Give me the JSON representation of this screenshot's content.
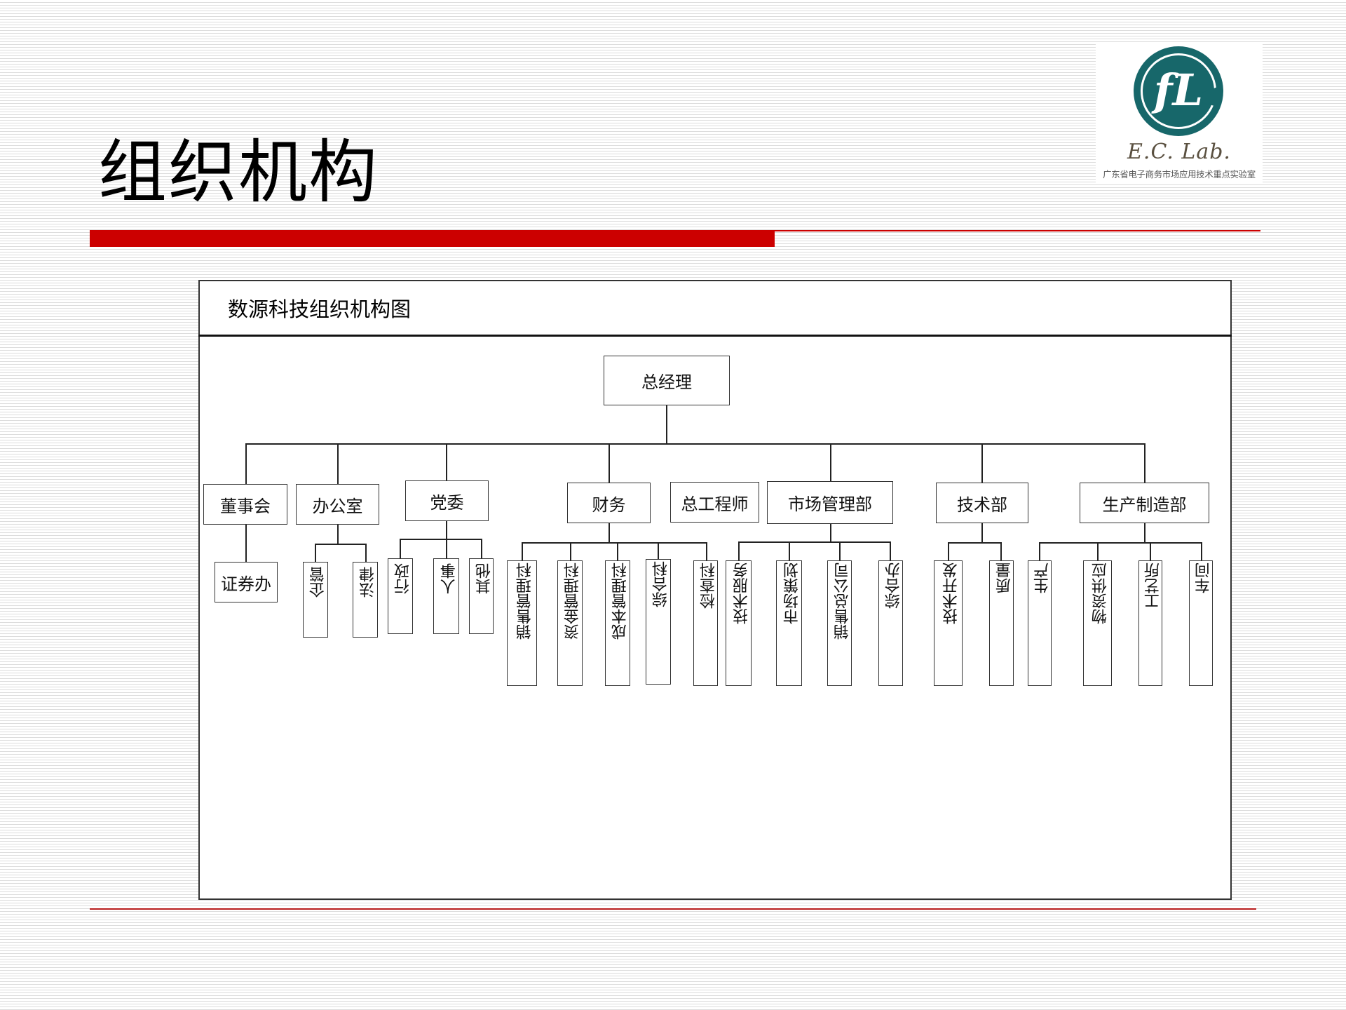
{
  "slide": {
    "title": "组织机构",
    "logo": {
      "mark": "fL",
      "name": "E.C. Lab.",
      "subtitle": "广东省电子商务市场应用技术重点实验室",
      "color": "#17676a"
    },
    "accent_color": "#cc0000"
  },
  "chart": {
    "title": "数源科技组织机构图",
    "root": "总经理",
    "departments": [
      {
        "label": "董事会",
        "children": [
          "证券办"
        ]
      },
      {
        "label": "办公室",
        "children": [
          "企管",
          "法律"
        ]
      },
      {
        "label": "党委",
        "children": [
          "行政",
          "人事",
          "其他"
        ]
      },
      {
        "label": "财务",
        "children": [
          "销售管理科",
          "资金管理科",
          "成本管理科",
          "综合科",
          "检查科"
        ]
      },
      {
        "label": "总工程师",
        "children": []
      },
      {
        "label": "市场管理部",
        "children": [
          "技术服务",
          "市场策划",
          "销售总公司",
          "综合办"
        ]
      },
      {
        "label": "技术部",
        "children": [
          "技术开发",
          "质量"
        ]
      },
      {
        "label": "生产制造部",
        "children": [
          "生产",
          "物资供应",
          "工艺所",
          "车间"
        ]
      }
    ]
  }
}
